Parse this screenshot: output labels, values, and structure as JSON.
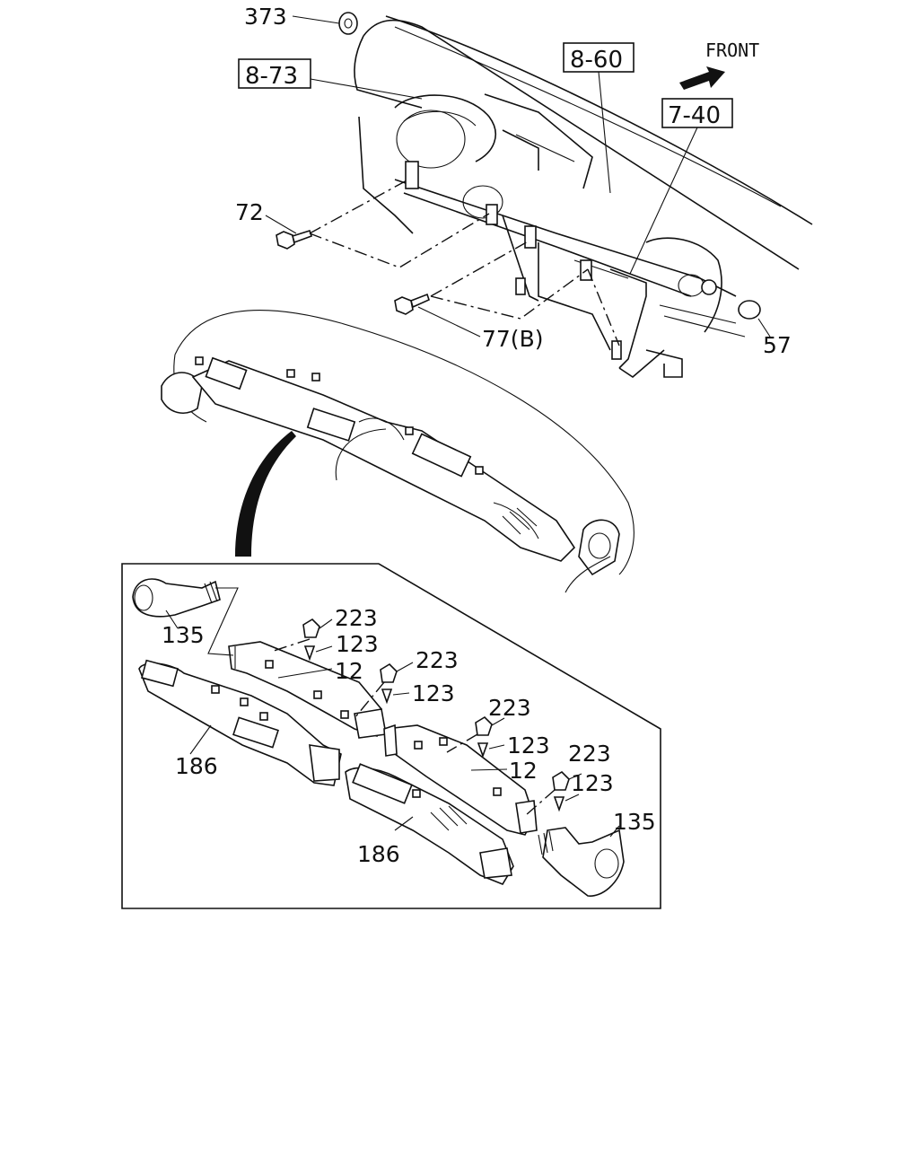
{
  "diagram": {
    "front_label": "FRONT",
    "ref_boxes": {
      "ref_8_73": "8-73",
      "ref_8_60": "8-60",
      "ref_7_40": "7-40"
    },
    "callouts": {
      "c373": "373",
      "c72": "72",
      "c77b": "77(B)",
      "c57": "57",
      "c135_left": "135",
      "c223_a": "223",
      "c123_a": "123",
      "c12_a": "12",
      "c223_b": "223",
      "c123_b": "123",
      "c186_left": "186",
      "c223_c": "223",
      "c123_c": "123",
      "c12_b": "12",
      "c223_d": "223",
      "c123_d": "123",
      "c135_right": "135",
      "c186_right": "186"
    }
  }
}
